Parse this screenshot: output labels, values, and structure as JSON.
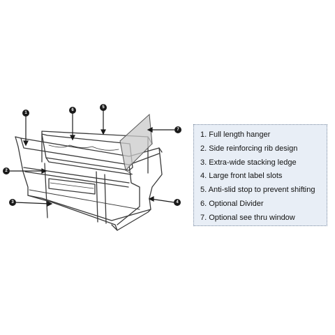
{
  "callouts": [
    {
      "number": "1"
    },
    {
      "number": "2"
    },
    {
      "number": "3"
    },
    {
      "number": "4"
    },
    {
      "number": "5"
    },
    {
      "number": "6"
    },
    {
      "number": "7"
    }
  ],
  "legend": {
    "items": [
      {
        "label": "1. Full length hanger"
      },
      {
        "label": "2. Side reinforcing rib design"
      },
      {
        "label": "3. Extra-wide stacking ledge"
      },
      {
        "label": "4. Large front label slots"
      },
      {
        "label": "5. Anti-slid stop to prevent shifting"
      },
      {
        "label": "6. Optional Divider"
      },
      {
        "label": "7. Optional see thru window"
      }
    ]
  },
  "colors": {
    "line": "#3a3a3a",
    "window": "#c9c9c9",
    "legend_background": "#e8eef6",
    "callout": "#1a1a1a"
  }
}
